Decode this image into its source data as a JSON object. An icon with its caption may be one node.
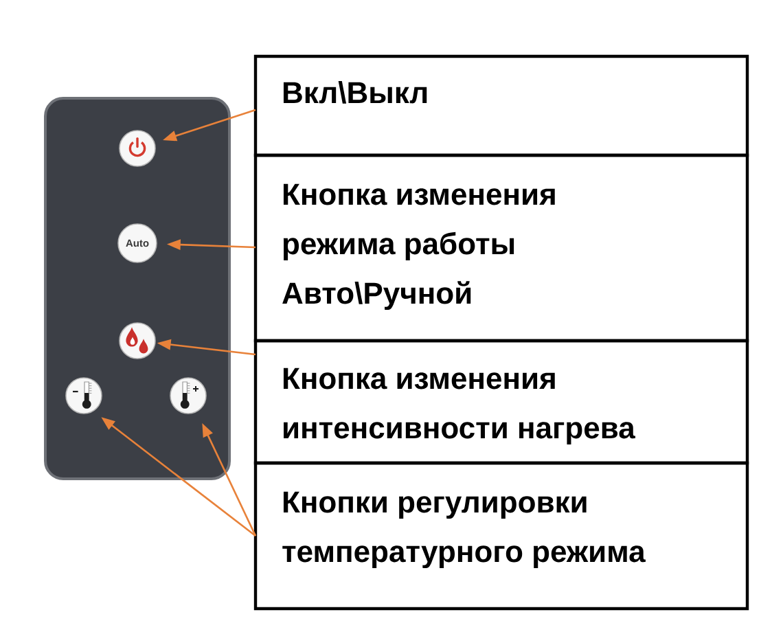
{
  "diagram": {
    "nodes": [
      {
        "text": [],
        "shape": "box"
      },
      {
        "text": [],
        "shape": "circle",
        "in": 0
      },
      {
        "text": [
          "Auto"
        ],
        "in": 0
      },
      {
        "text": [],
        "shape": "circle",
        "in": 0
      },
      {
        "text": [],
        "shape": "circle",
        "in": 0
      },
      {
        "text": [],
        "shape": "circle",
        "in": 0
      },
      {
        "text": [
          "Вкл\\Выкл"
        ]
      },
      {
        "text": [
          "Кнопка изменения режима работы Авто\\Ручной"
        ]
      },
      {
        "text": [
          "Кнопка изменения интенсивности нагрева"
        ]
      },
      {
        "text": [
          "Кнопки регулировки температурного режима"
        ]
      }
    ],
    "edges": [
      {
        "from": 6,
        "to": 1,
        "arrow": "to"
      },
      {
        "from": 7,
        "to": 2,
        "arrow": "to"
      },
      {
        "from": 8,
        "to": 3,
        "arrow": "to"
      },
      {
        "from": 9,
        "to": 4,
        "arrow": "to"
      },
      {
        "from": 9,
        "to": 5,
        "arrow": "to"
      }
    ]
  }
}
